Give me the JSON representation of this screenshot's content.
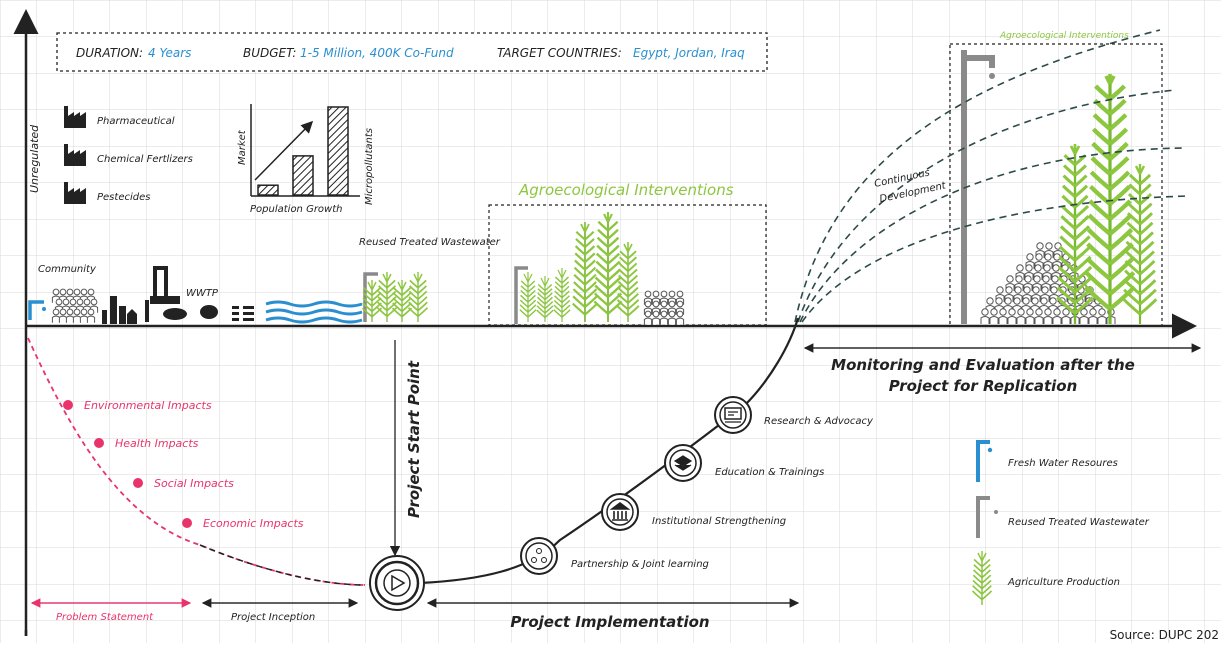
{
  "header": {
    "duration_label": "DURATION:",
    "duration_value": "4 Years",
    "budget_label": "BUDGET:",
    "budget_value": "1-5 Million, 400K Co-Fund",
    "target_label": "TARGET COUNTRIES:",
    "target_value": "Egypt, Jordan, Iraq"
  },
  "unregulated": "Unregulated",
  "industries": [
    "Pharmaceutical",
    "Chemical Fertlizers",
    "Pestecides"
  ],
  "mini_chart": {
    "ylabel": "Market",
    "xlabel": "Population Growth",
    "right_label": "Micropollutants",
    "values": [
      1,
      4,
      9
    ]
  },
  "labels": {
    "community": "Community",
    "wwtp": "WWTP",
    "reused_treated_wastewater": "Reused Treated Wastewater",
    "agro_middle": "Agroecological Interventions",
    "agro_right": "Agroecological Interventions",
    "continuous_development": "Continuous Development",
    "monitoring": "Monitoring and Evaluation after the",
    "monitoring2": "Project for Replication",
    "project_start_point": "Project Start Point"
  },
  "impacts": [
    "Environmental Impacts",
    "Health Impacts",
    "Social Impacts",
    "Economic Impacts"
  ],
  "steps": [
    "Partnership & Joint learning",
    "Institutional Strengthening",
    "Education & Trainings",
    "Research & Advocacy"
  ],
  "legend": [
    "Fresh Water Resoures",
    "Reused Treated Wastewater",
    "Agriculture Production"
  ],
  "phases": {
    "problem_statement": "Problem Statement",
    "project_inception": "Project Inception",
    "project_implementation": "Project Implementation"
  },
  "source": "Source: DUPC 202",
  "colors": {
    "accent_blue": "#2a8fd0",
    "impact_pink": "#e8336b",
    "plant_green": "#8dc63f",
    "ink": "#222222",
    "gray": "#8a8a8a",
    "grid": "#d9d9d9"
  }
}
